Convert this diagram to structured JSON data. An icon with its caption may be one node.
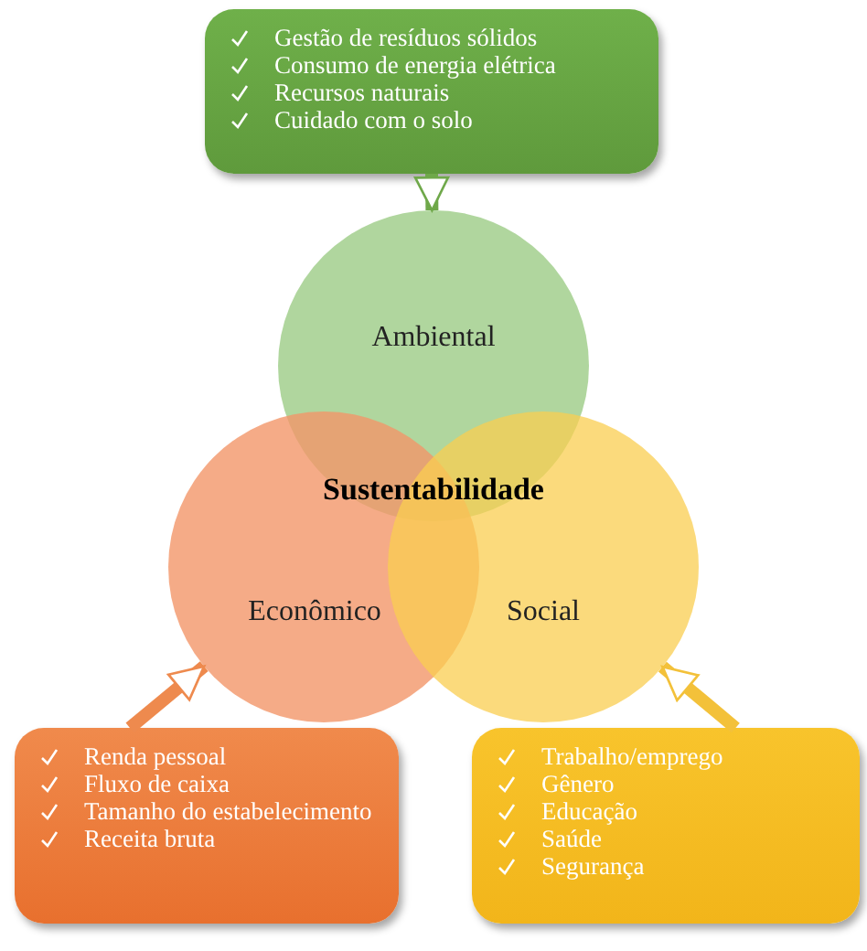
{
  "diagram": {
    "nodes": [
      {
        "text": [
          "Gestão de resíduos sólidos",
          "Consumo de energia elétrica",
          "Recursos naturais",
          "Cuidado com o solo"
        ]
      },
      {
        "text": [
          "Ambiental"
        ]
      },
      {
        "text": [
          "Econômico"
        ]
      },
      {
        "text": [
          "Social"
        ]
      },
      {
        "text": [
          "Renda pessoal",
          "Fluxo de caixa",
          "Tamanho do estabelecimento",
          "Receita bruta"
        ]
      },
      {
        "text": [
          "Trabalho/emprego",
          "Gênero",
          "Educação",
          "Saúde",
          "Segurança"
        ]
      }
    ],
    "edges": [
      {
        "from": 0,
        "to": 1,
        "arrow": "to",
        "color": "#6fa84a"
      },
      {
        "from": 4,
        "to": 2,
        "arrow": "to",
        "color": "#ee8a4e"
      },
      {
        "from": 5,
        "to": 3,
        "arrow": "to",
        "color": "#f3c13a"
      }
    ],
    "labels": [
      "Sustentabilidade"
    ]
  }
}
